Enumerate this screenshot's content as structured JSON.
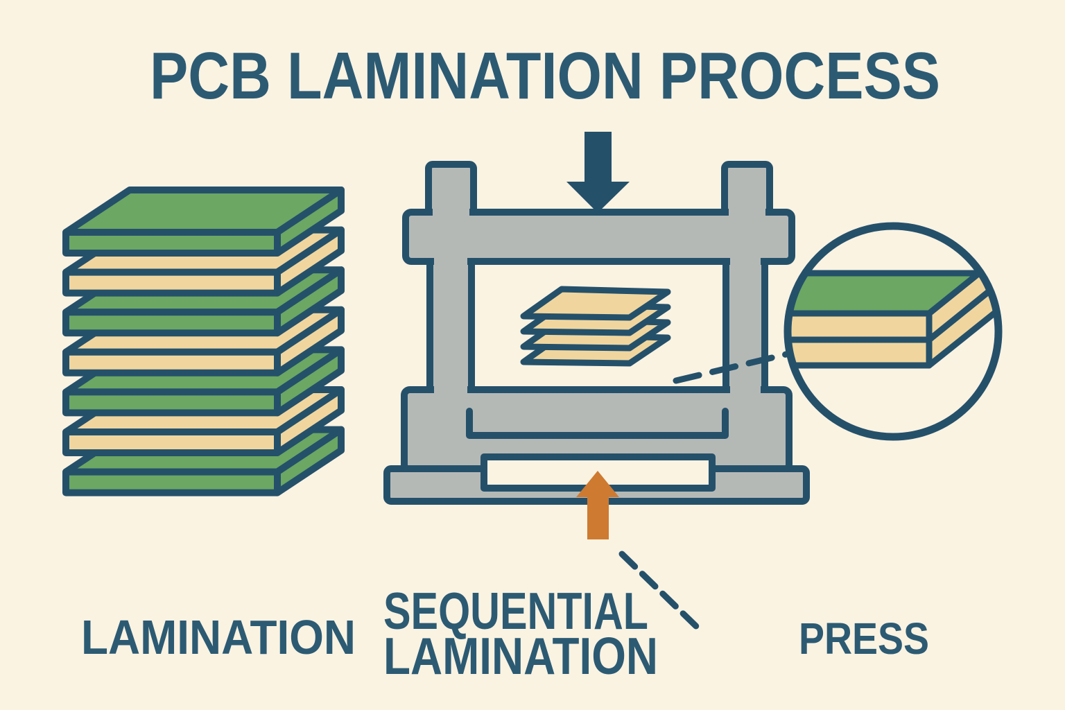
{
  "title": "PCB LAMINATION PROCESS",
  "labels": {
    "stack": "LAMINATION",
    "sequential_line1": "SEQUENTIAL",
    "sequential_line2": "LAMINATION",
    "press": "PRESS"
  },
  "colors": {
    "background": "#FAF3E2",
    "outline": "#25506A",
    "text": "#2C5A73",
    "green": "#6CA763",
    "tan": "#F0D69E",
    "gray": "#B5B9B6",
    "orange": "#CE7A31"
  },
  "stack": {
    "layers": [
      "green",
      "tan",
      "green",
      "tan",
      "green",
      "tan",
      "green"
    ]
  },
  "press": {
    "sheet_count": 4,
    "sheet_color": "tan"
  },
  "magnifier": {
    "layers": [
      "green",
      "tan",
      "tan"
    ]
  }
}
